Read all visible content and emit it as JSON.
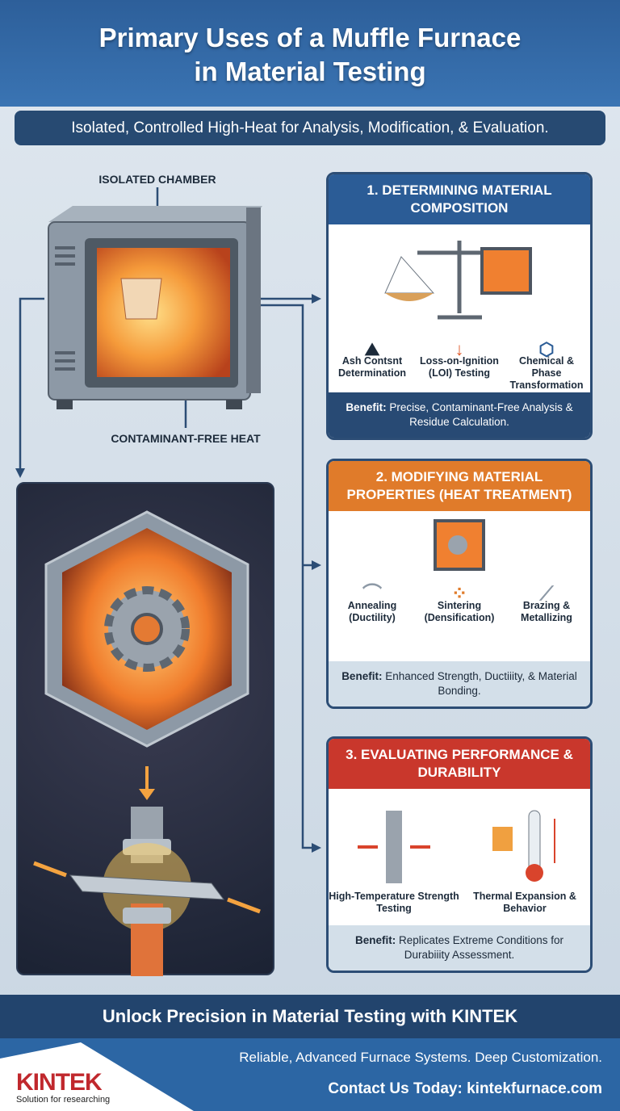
{
  "header": {
    "title_line1": "Primary Uses of a Muffle Furnace",
    "title_line2": "in Material Testing",
    "subtitle": "Isolated, Controlled High-Heat for Analysis, Modification, & Evaluation."
  },
  "furnace": {
    "label_top": "ISOLATED CHAMBER",
    "label_bottom": "CONTAMINANT-FREE HEAT"
  },
  "cards": [
    {
      "title": "1. DETERMINING MATERIAL COMPOSITION",
      "color": "#2b5c96",
      "items": [
        "Ash Contsnt Determination",
        "Loss-on-Ignition (LOI) Testing",
        "Chemical & Phase Transformation"
      ],
      "benefit_label": "Benefit:",
      "benefit": " Precise, Contaminant-Free Analysis & Residue Calculation."
    },
    {
      "title": "2. MODIFYING MATERIAL PROPERTIES (HEAT TREATMENT)",
      "color": "#e07b2a",
      "items": [
        "Annealing (Ductility)",
        "Sintering (Densification)",
        "Brazing & Metallizing"
      ],
      "benefit_label": "Benefit:",
      "benefit": " Enhanced Strength, Ductiiity, & Material Bonding."
    },
    {
      "title": "3. EVALUATING PERFORMANCE & DURABILITY",
      "color": "#c9372c",
      "items": [
        "High-Temperature Strength Testing",
        "Thermal Expansion & Behavior"
      ],
      "benefit_label": "Benefit:",
      "benefit": " Replicates Extreme Conditions for Durabiiity Assessment."
    }
  ],
  "banner": "Unlock Precision in Material Testing with KINTEK",
  "footer": {
    "logo": "KINTEK",
    "logo_tagline": "Solution for researching",
    "line1": "Reliable, Advanced Furnace Systems. Deep Customization.",
    "line2": "Contact Us Today: kintekfurnace.com"
  }
}
